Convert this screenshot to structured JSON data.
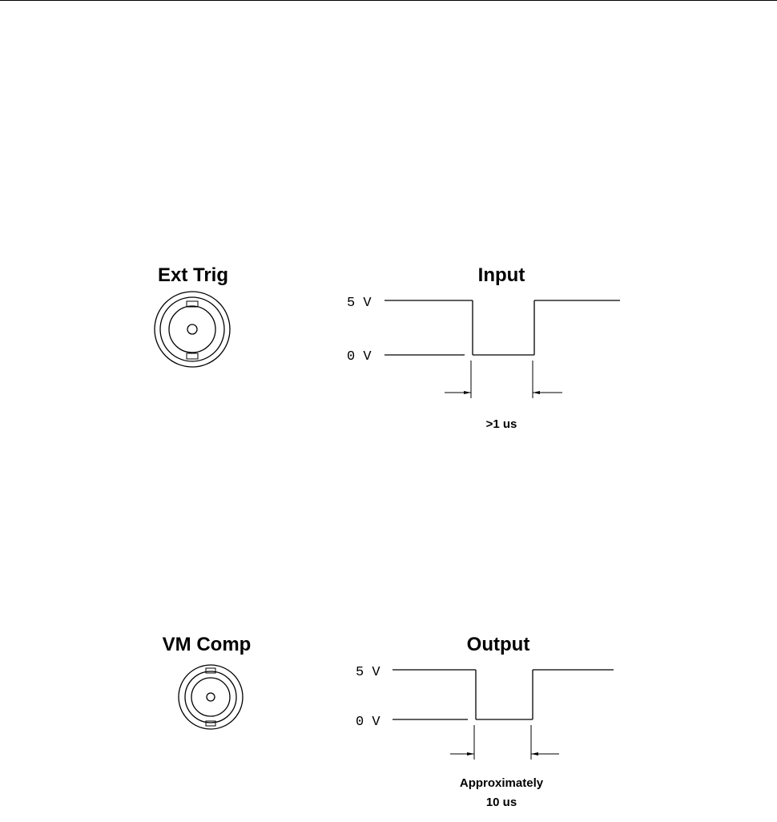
{
  "input_section": {
    "connector_label": "Ext Trig",
    "connector_icon": "bnc-connector-icon",
    "waveform_title": "Input",
    "high_level": "5 V",
    "low_level": "0 V",
    "pulse_width_note": ">1 us"
  },
  "output_section": {
    "connector_label": "VM Comp",
    "connector_icon": "bnc-connector-icon",
    "waveform_title": "Output",
    "high_level": "5 V",
    "low_level": "0 V",
    "pulse_width_note_line1": "Approximately",
    "pulse_width_note_line2": "10 us"
  }
}
